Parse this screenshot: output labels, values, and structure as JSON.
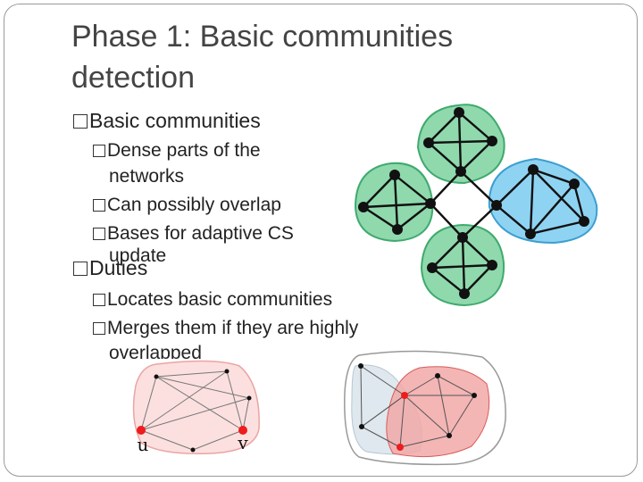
{
  "title_lines": [
    "Phase 1: Basic communities",
    "detection"
  ],
  "bullets": {
    "b1": "Basic communities",
    "b1_1_line1": "Dense parts of the",
    "b1_1_line2": "networks",
    "b1_2": "Can possibly overlap",
    "b1_3_line1": "Bases for adaptive CS",
    "b1_3_line2": "update",
    "b2": "Duties",
    "b2_1": "Locates basic communities",
    "b2_2_line1": "Merges them if they are highly",
    "b2_2_line2": "overlapped"
  },
  "diagram_labels": {
    "u": "u",
    "v": "v"
  },
  "colors": {
    "green_fill": "#8fd9ad",
    "green_stroke": "#3faa6e",
    "blue_fill": "#8fd3f2",
    "blue_stroke": "#3d9fd0",
    "pink_fill": "#fbe0df",
    "pink_stroke": "#e9a5a3",
    "red_fill": "#f2a8a8",
    "red_stroke": "#d95b5b",
    "grey_fill": "#dfe8ee",
    "node_red": "#ee1c1c"
  }
}
